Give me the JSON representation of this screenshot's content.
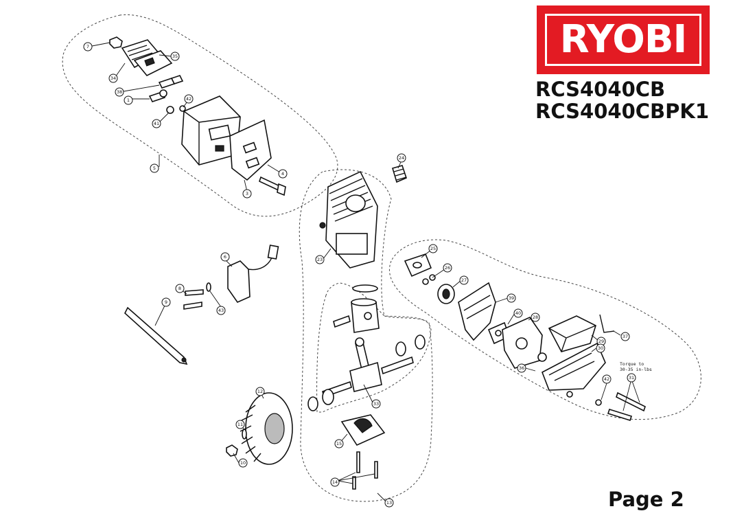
{
  "brand": {
    "logo_text": "RYOBI",
    "color": "#e31b23"
  },
  "models": [
    "RCS4040CB",
    "RCS4040CBPK1"
  ],
  "page_label": "Page 2",
  "diagram": {
    "torque_note": [
      "Torque to",
      "30-35 in-lbs"
    ],
    "callouts": [
      {
        "id": "c7",
        "label": "7"
      },
      {
        "id": "c34",
        "label": "34"
      },
      {
        "id": "c35",
        "label": "35"
      },
      {
        "id": "c38",
        "label": "38"
      },
      {
        "id": "c1",
        "label": "1"
      },
      {
        "id": "c42a",
        "label": "42"
      },
      {
        "id": "c41",
        "label": "41"
      },
      {
        "id": "c5",
        "label": "5"
      },
      {
        "id": "c4",
        "label": "4"
      },
      {
        "id": "c3",
        "label": "3"
      },
      {
        "id": "c24",
        "label": "24"
      },
      {
        "id": "c23",
        "label": "23"
      },
      {
        "id": "c6",
        "label": "6"
      },
      {
        "id": "c8",
        "label": "8"
      },
      {
        "id": "c43",
        "label": "43"
      },
      {
        "id": "c9",
        "label": "9"
      },
      {
        "id": "c25",
        "label": "25"
      },
      {
        "id": "c26",
        "label": "26"
      },
      {
        "id": "c27",
        "label": "27"
      },
      {
        "id": "c39",
        "label": "39"
      },
      {
        "id": "c40",
        "label": "40"
      },
      {
        "id": "c28",
        "label": "28"
      },
      {
        "id": "c37",
        "label": "37"
      },
      {
        "id": "c29",
        "label": "29"
      },
      {
        "id": "c30",
        "label": "30"
      },
      {
        "id": "c36",
        "label": "36"
      },
      {
        "id": "c42b",
        "label": "42"
      },
      {
        "id": "c31",
        "label": "31"
      },
      {
        "id": "c33",
        "label": "33"
      },
      {
        "id": "c12",
        "label": "12"
      },
      {
        "id": "c11",
        "label": "11"
      },
      {
        "id": "c10",
        "label": "10"
      },
      {
        "id": "c15",
        "label": "15"
      },
      {
        "id": "c14",
        "label": "14"
      },
      {
        "id": "c13",
        "label": "13"
      }
    ]
  }
}
